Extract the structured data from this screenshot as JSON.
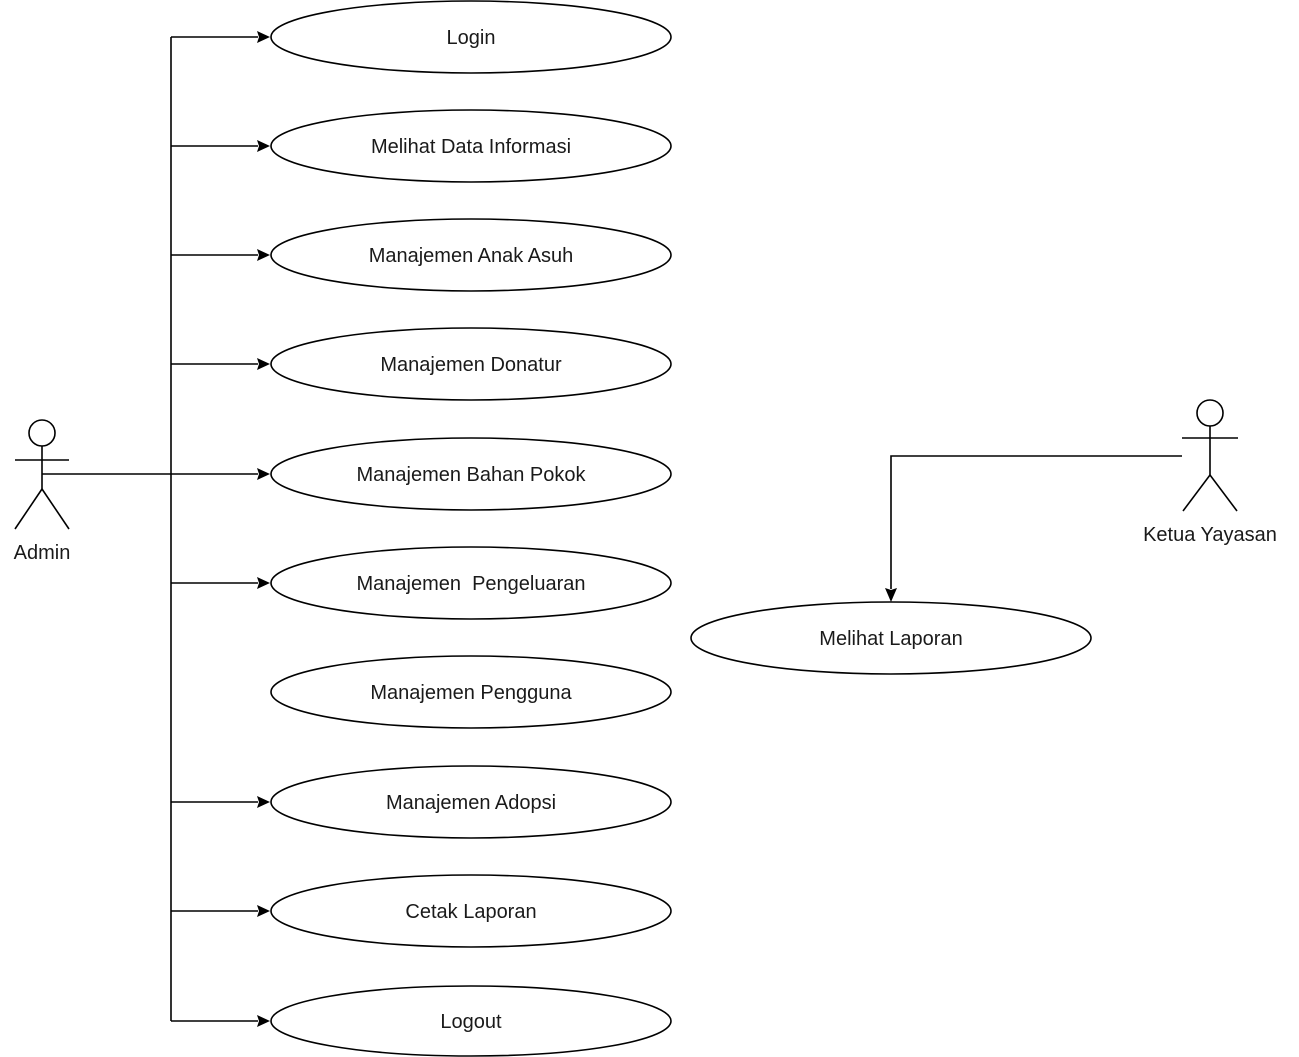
{
  "actors": {
    "admin": {
      "label": "Admin"
    },
    "ketua": {
      "label": "Ketua Yayasan"
    }
  },
  "use_cases": [
    {
      "id": "login",
      "label": "Login"
    },
    {
      "id": "melihat-data-informasi",
      "label": "Melihat Data Informasi"
    },
    {
      "id": "manajemen-anak-asuh",
      "label": "Manajemen Anak Asuh"
    },
    {
      "id": "manajemen-donatur",
      "label": "Manajemen Donatur"
    },
    {
      "id": "manajemen-bahan-pokok",
      "label": "Manajemen Bahan Pokok"
    },
    {
      "id": "manajemen-pengeluaran",
      "label": "Manajemen  Pengeluaran"
    },
    {
      "id": "manajemen-pengguna",
      "label": "Manajemen Pengguna"
    },
    {
      "id": "manajemen-adopsi",
      "label": "Manajemen Adopsi"
    },
    {
      "id": "cetak-laporan",
      "label": "Cetak Laporan"
    },
    {
      "id": "logout",
      "label": "Logout"
    },
    {
      "id": "melihat-laporan",
      "label": "Melihat Laporan"
    }
  ],
  "associations": [
    {
      "from": "admin",
      "to": "login"
    },
    {
      "from": "admin",
      "to": "melihat-data-informasi"
    },
    {
      "from": "admin",
      "to": "manajemen-anak-asuh"
    },
    {
      "from": "admin",
      "to": "manajemen-donatur"
    },
    {
      "from": "admin",
      "to": "manajemen-bahan-pokok"
    },
    {
      "from": "admin",
      "to": "manajemen-pengeluaran"
    },
    {
      "from": "admin",
      "to": "manajemen-adopsi"
    },
    {
      "from": "admin",
      "to": "cetak-laporan"
    },
    {
      "from": "admin",
      "to": "logout"
    },
    {
      "from": "ketua",
      "to": "melihat-laporan"
    }
  ]
}
